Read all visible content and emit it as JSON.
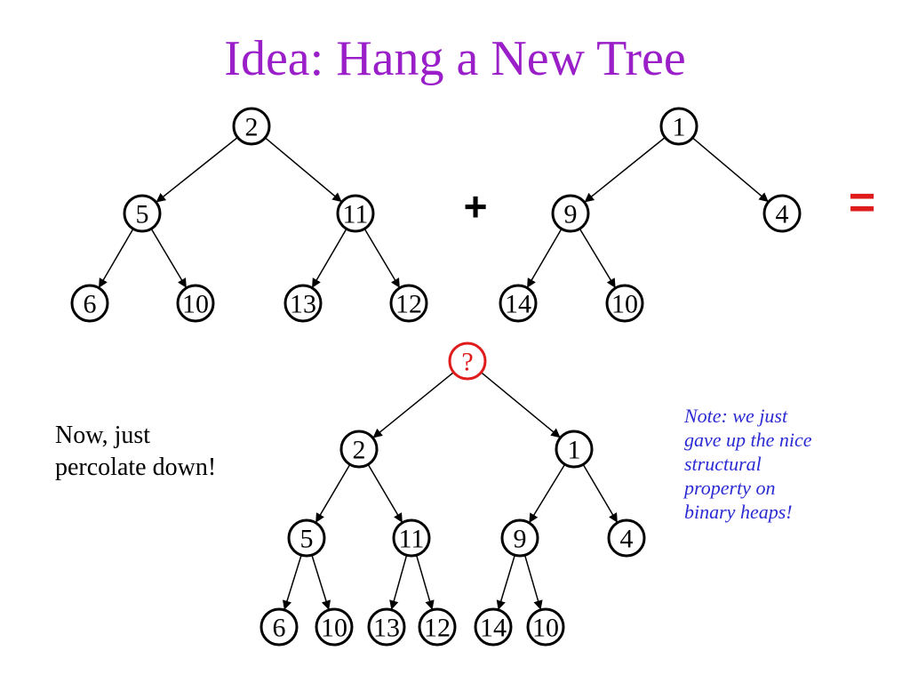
{
  "title": "Idea: Hang a New Tree",
  "operators": {
    "plus": "+",
    "equals": "="
  },
  "colors": {
    "title": "#9a1fc9",
    "highlight": "#e01b1b",
    "note": "#2b2bd4",
    "plus": "#000000",
    "equals": "#e01b1b"
  },
  "tree_a": {
    "nodes": [
      {
        "id": "a2",
        "label": "2"
      },
      {
        "id": "a5",
        "label": "5"
      },
      {
        "id": "a11",
        "label": "11"
      },
      {
        "id": "a6",
        "label": "6"
      },
      {
        "id": "a10",
        "label": "10"
      },
      {
        "id": "a13",
        "label": "13"
      },
      {
        "id": "a12",
        "label": "12"
      }
    ],
    "edges": [
      [
        "a2",
        "a5"
      ],
      [
        "a2",
        "a11"
      ],
      [
        "a5",
        "a6"
      ],
      [
        "a5",
        "a10"
      ],
      [
        "a11",
        "a13"
      ],
      [
        "a11",
        "a12"
      ]
    ]
  },
  "tree_b": {
    "nodes": [
      {
        "id": "b1",
        "label": "1"
      },
      {
        "id": "b9",
        "label": "9"
      },
      {
        "id": "b4",
        "label": "4"
      },
      {
        "id": "b14",
        "label": "14"
      },
      {
        "id": "b10",
        "label": "10"
      }
    ],
    "edges": [
      [
        "b1",
        "b9"
      ],
      [
        "b1",
        "b4"
      ],
      [
        "b9",
        "b14"
      ],
      [
        "b9",
        "b10"
      ]
    ]
  },
  "tree_merged": {
    "nodes": [
      {
        "id": "mq",
        "label": "?",
        "highlight": true
      },
      {
        "id": "m2",
        "label": "2"
      },
      {
        "id": "m1",
        "label": "1"
      },
      {
        "id": "m5",
        "label": "5"
      },
      {
        "id": "m11",
        "label": "11"
      },
      {
        "id": "m9",
        "label": "9"
      },
      {
        "id": "m4",
        "label": "4"
      },
      {
        "id": "m6",
        "label": "6"
      },
      {
        "id": "m10a",
        "label": "10"
      },
      {
        "id": "m13",
        "label": "13"
      },
      {
        "id": "m12",
        "label": "12"
      },
      {
        "id": "m14",
        "label": "14"
      },
      {
        "id": "m10b",
        "label": "10"
      }
    ],
    "edges": [
      [
        "mq",
        "m2"
      ],
      [
        "mq",
        "m1"
      ],
      [
        "m2",
        "m5"
      ],
      [
        "m2",
        "m11"
      ],
      [
        "m1",
        "m9"
      ],
      [
        "m1",
        "m4"
      ],
      [
        "m5",
        "m6"
      ],
      [
        "m5",
        "m10a"
      ],
      [
        "m11",
        "m13"
      ],
      [
        "m11",
        "m12"
      ],
      [
        "m9",
        "m14"
      ],
      [
        "m9",
        "m10b"
      ]
    ]
  },
  "caption": {
    "line1": "Now, just",
    "line2": "percolate down!"
  },
  "note": {
    "line1": "Note: we just",
    "line2": "gave up the nice",
    "line3": "structural",
    "line4": "property on",
    "line5": "binary heaps!"
  }
}
